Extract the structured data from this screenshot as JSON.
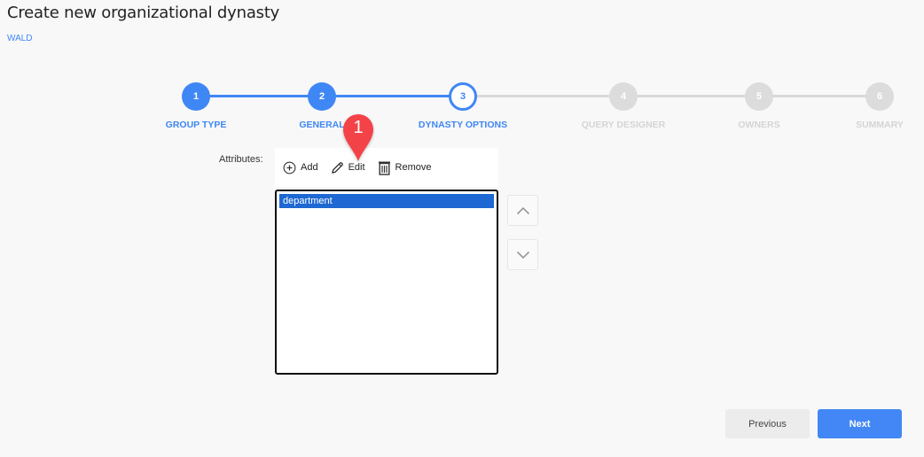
{
  "header": {
    "title": "Create new organizational dynasty",
    "subtitle": "WALD"
  },
  "stepper": {
    "steps": [
      {
        "number": "1",
        "label": "GROUP TYPE",
        "state": "done"
      },
      {
        "number": "2",
        "label": "GENERAL",
        "state": "done"
      },
      {
        "number": "3",
        "label": "DYNASTY OPTIONS",
        "state": "current"
      },
      {
        "number": "4",
        "label": "QUERY DESIGNER",
        "state": "todo"
      },
      {
        "number": "5",
        "label": "OWNERS",
        "state": "todo"
      },
      {
        "number": "6",
        "label": "SUMMARY",
        "state": "todo"
      }
    ]
  },
  "attributes": {
    "label": "Attributes:",
    "toolbar": {
      "add_label": "Add",
      "edit_label": "Edit",
      "remove_label": "Remove"
    },
    "items": [
      "department"
    ],
    "selected_index": 0
  },
  "annotation": {
    "marker_number": "1",
    "color": "#f4424a"
  },
  "footer": {
    "previous_label": "Previous",
    "next_label": "Next"
  },
  "colors": {
    "accent": "#3f87f5",
    "selection": "#1d68d2",
    "inactive": "#d9d9d9"
  }
}
